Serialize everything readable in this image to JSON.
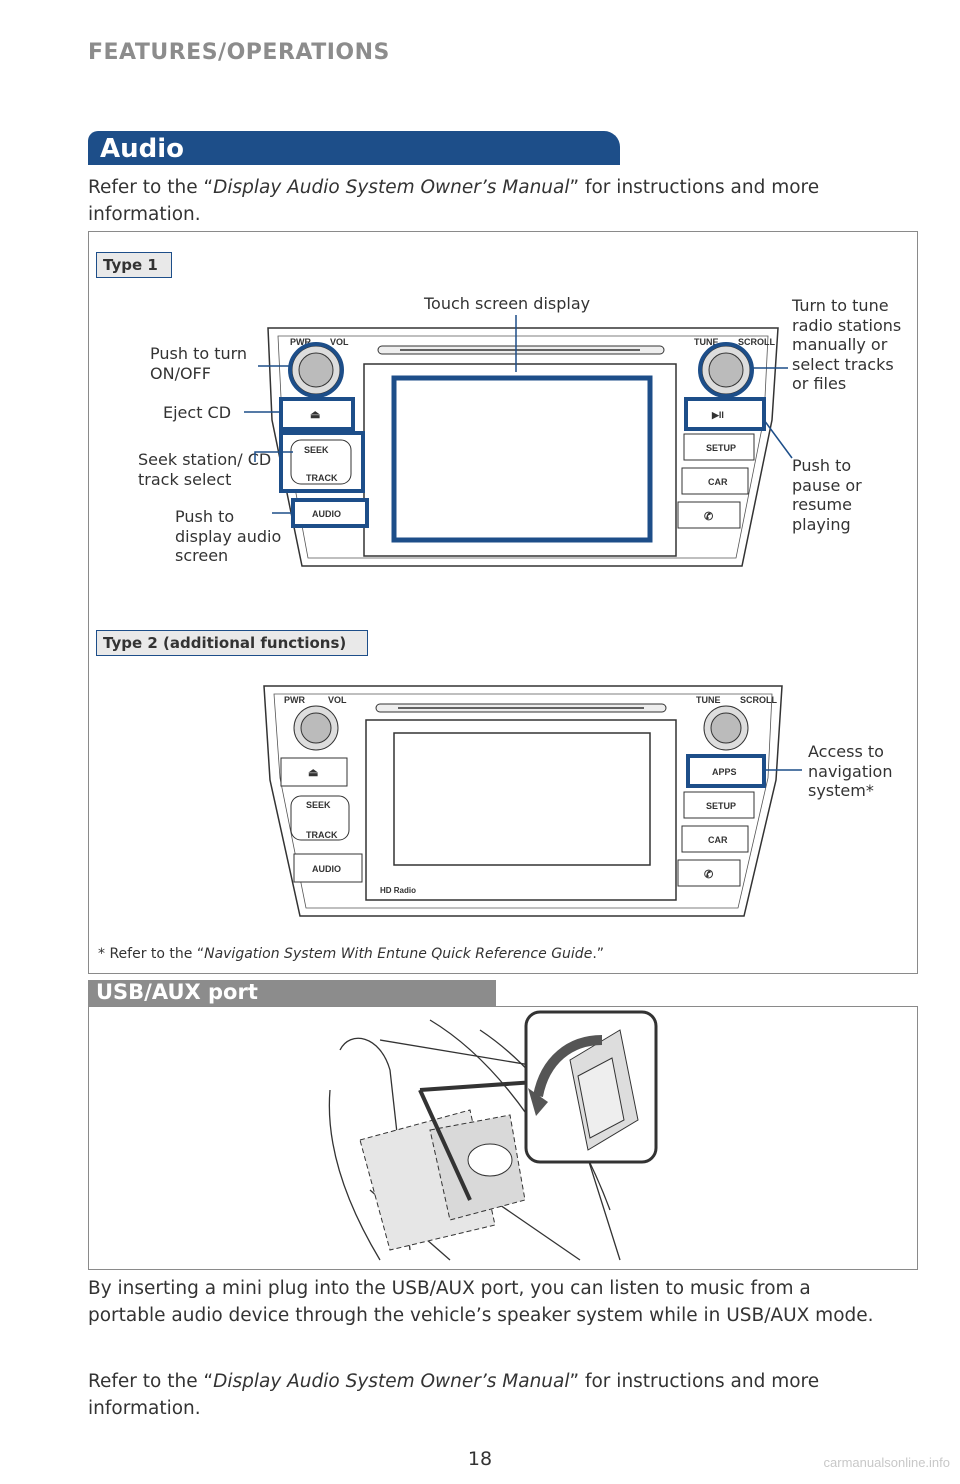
{
  "header": {
    "section": "FEATURES/OPERATIONS"
  },
  "audio": {
    "title": "Audio",
    "intro_prefix": "Refer to the “",
    "intro_manual": "Display Audio System Owner’s Manual",
    "intro_suffix": "” for instructions and more information.",
    "type1_label": "Type 1",
    "type2_label": "Type 2 (additional functions)",
    "callouts": {
      "touch_screen": "Touch screen display",
      "power": "Push to turn ON/OFF",
      "eject": "Eject CD",
      "seek": "Seek station/ CD track select",
      "audio_screen": "Push to display audio screen",
      "tune": "Turn to tune radio stations manually or select tracks or files",
      "pause": "Push to pause or resume playing",
      "navigation": "Access to navigation system*"
    },
    "unit_labels": {
      "pwr": "PWR",
      "vol": "VOL",
      "tune": "TUNE",
      "scroll": "SCROLL",
      "seek": "SEEK",
      "track": "TRACK",
      "audio": "AUDIO",
      "play_pause": "▶II",
      "setup": "SETUP",
      "car": "CAR",
      "phone": "✆",
      "apps": "APPS",
      "hd_radio": "HD Radio",
      "eject": "⏏"
    },
    "footnote_prefix": "* Refer to the “",
    "footnote_guide": "Navigation System With Entune Quick Reference Guide",
    "footnote_suffix": ".”"
  },
  "usb": {
    "title": "USB/AUX port",
    "body": "By inserting a mini plug into the USB/AUX port, you can listen to music from a portable audio device through the vehicle’s speaker system while in USB/AUX mode.",
    "refer_prefix": "Refer to the “",
    "refer_manual": "Display Audio System Owner’s Manual",
    "refer_suffix": "” for instructions and more information."
  },
  "footer": {
    "page_number": "18",
    "watermark": "carmanualsonline.info"
  },
  "colors": {
    "accent_blue": "#1d4e89",
    "section_gray": "#8c8c8c"
  }
}
